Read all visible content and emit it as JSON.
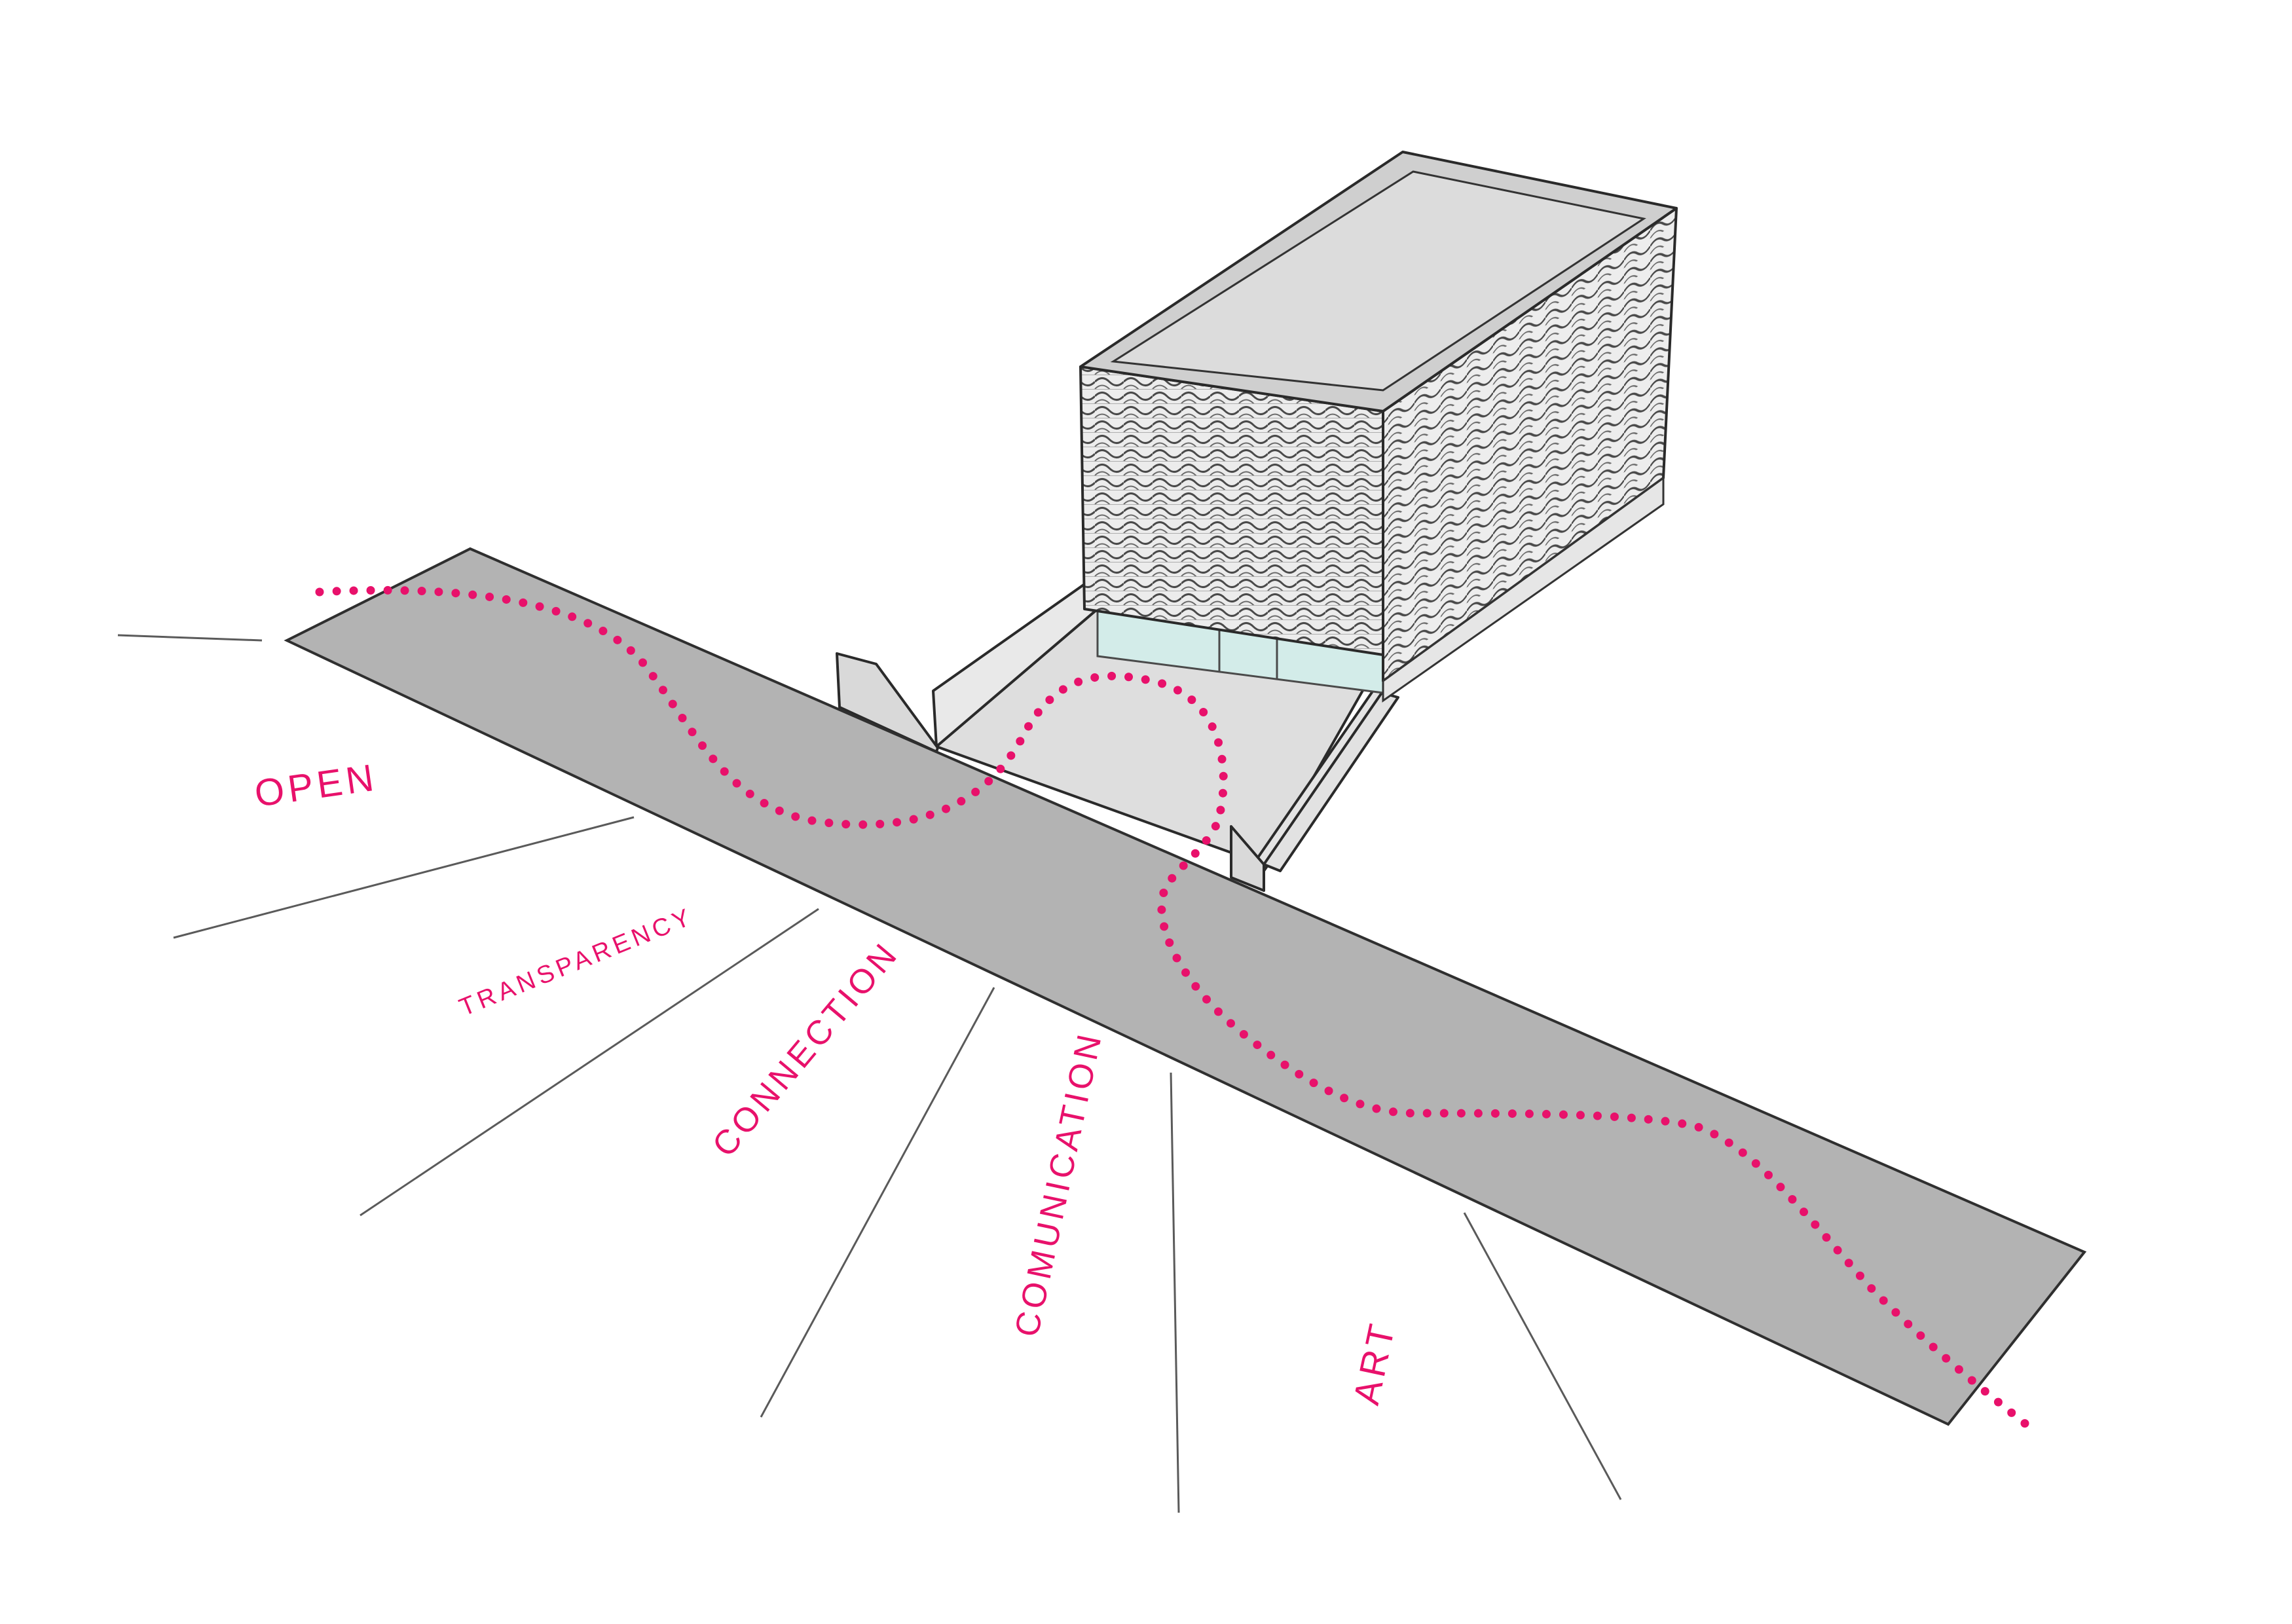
{
  "colors": {
    "accent_path": "#e8116b",
    "street": "#b3b3b3",
    "building_roof": "#dcdcdc",
    "plaza": "#dedede",
    "glazing": "#d3ece9",
    "background": "#ffffff"
  },
  "concepts": [
    {
      "label": "OPEN"
    },
    {
      "label": "TRANSPARENCY"
    },
    {
      "label": "CONNECTION"
    },
    {
      "label": "COMUNICATION"
    },
    {
      "label": "ART"
    }
  ]
}
